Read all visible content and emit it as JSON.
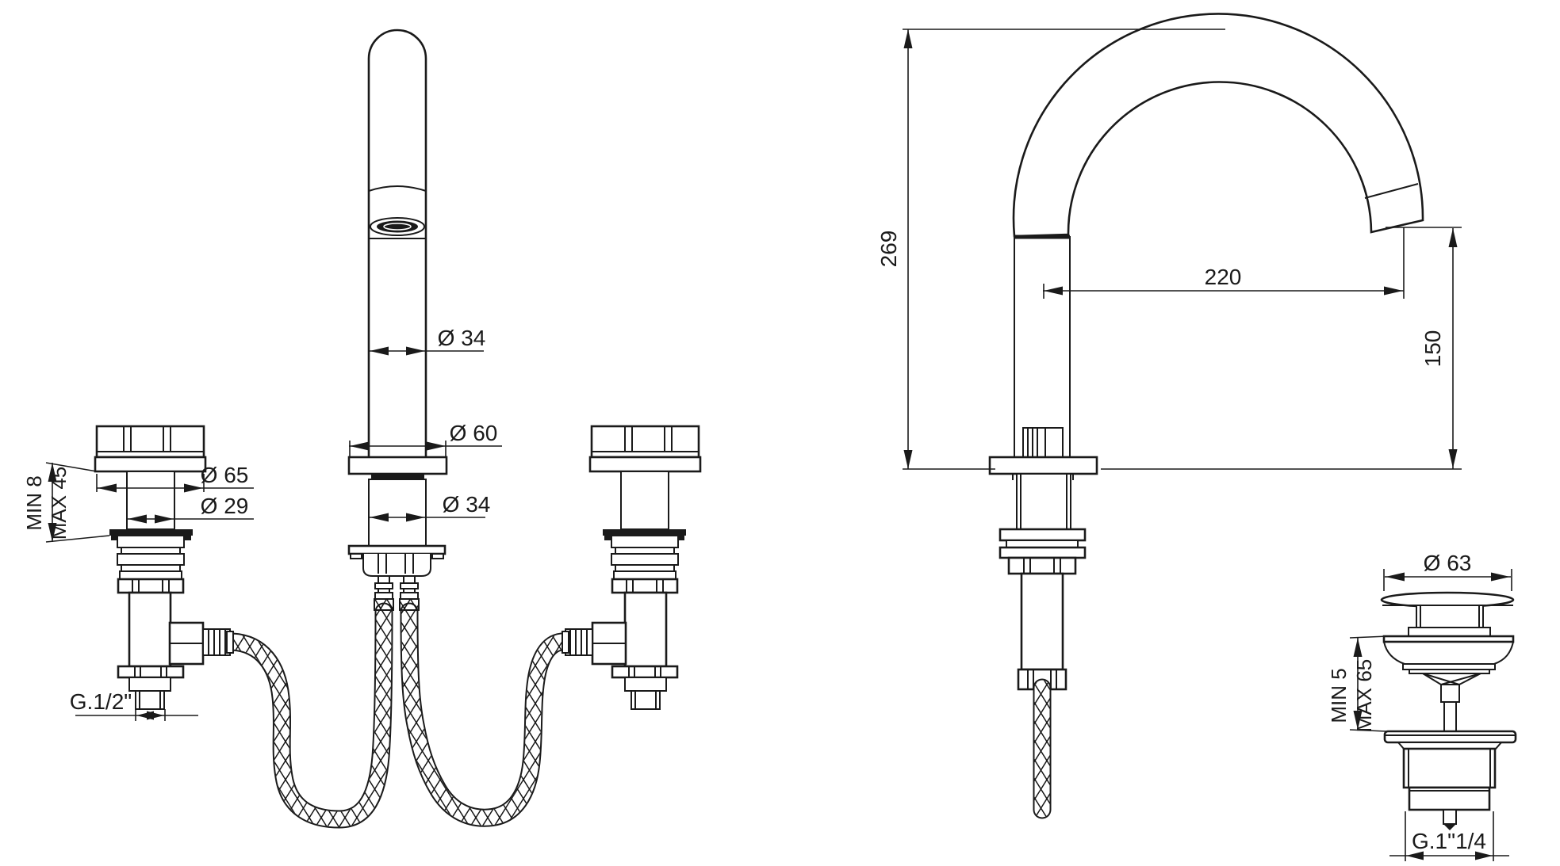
{
  "drawing": {
    "colors": {
      "ink": "#1a1a1a",
      "background": "#ffffff"
    },
    "front_view": {
      "spout_diameter": "Ø 34",
      "base_diameter": "Ø 60",
      "shank_diameter": "Ø 34",
      "handle_diameter": "Ø 65",
      "handle_shank_diameter": "Ø 29",
      "counter_min": "MIN 8",
      "counter_max": "MAX 45",
      "supply_thread": "G.1/2\""
    },
    "side_view": {
      "spout_height": "269",
      "spout_reach": "220",
      "outlet_height": "150"
    },
    "drain_detail": {
      "cap_diameter": "Ø 63",
      "counter_min": "MIN 5",
      "counter_max": "MAX 65",
      "drain_thread": "G.1\"1/4"
    }
  }
}
